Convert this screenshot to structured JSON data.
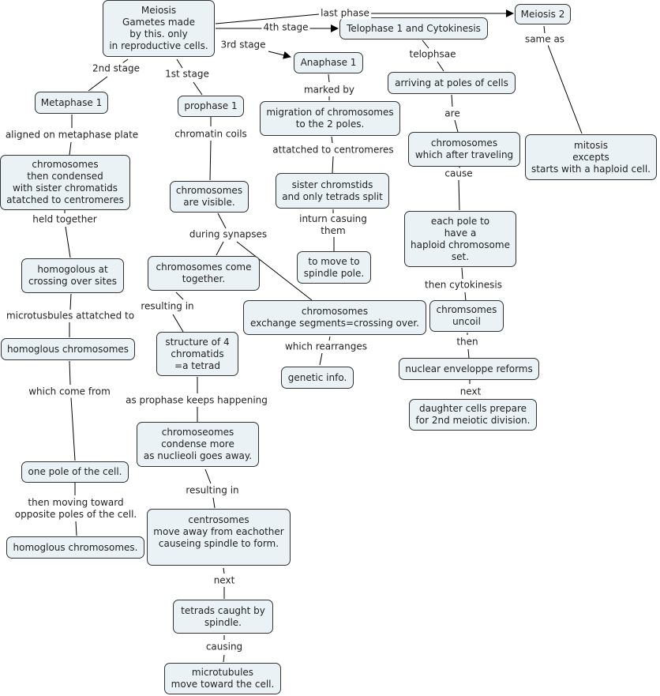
{
  "nodes": {
    "meiosis": "Meiosis\nGametes made\nby this. only\nin reproductive cells.",
    "meiosis2": "Meiosis 2",
    "telophase1": "Telophase 1 and Cytokinesis",
    "anaphase1": "Anaphase 1",
    "metaphase1": "Metaphase 1",
    "prophase1": "prophase 1",
    "migration": "migration of chromosomes\nto the 2 poles.",
    "arriving": "arriving at poles of cells",
    "chrom_traveling": "chromosomes\nwhich after traveling",
    "mitosis": "mitosis\nexcepts\nstarts with a haploid cell.",
    "chrom_condensed": "chromosomes\nthen condensed\nwith sister chromatids\natatched to centromeres",
    "chrom_visible": "chromosomes\nare visible.",
    "sister_split": "sister chromstids\nand only tetrads split",
    "each_pole": "each pole to\nhave a\nhaploid chromosome\nset.",
    "homogolous_sites": "homogolous at\ncrossing over sites",
    "come_together": "chromosomes come\ntogether.",
    "move_spindle": "to move to\nspindle pole.",
    "exchange": "chromosomes\nexchange segments=crossing over.",
    "uncoil": "chromsomes\nuncoil",
    "homoglous_chrom": "homoglous chromosomes",
    "tetrad": "structure of 4\nchromatids\n=a tetrad",
    "genetic_info": "genetic info.",
    "nuclear": "nuclear enveloppe reforms",
    "daughter": "daughter cells prepare\nfor 2nd meiotic division.",
    "condense_more": "chromoseomes\ncondense more\nas nuclieoli goes away.",
    "one_pole": "one pole of the cell.",
    "homoglous_chrom2": "homoglous chromosomes.",
    "centrosomes": "centrosomes\nmove away from eachother\ncauseing spindle to form.",
    "tetrads_caught": "tetrads caught by\nspindle.",
    "microtubules": "microtubules\nmove toward the cell."
  },
  "links": {
    "last_phase": "last phase",
    "fourth_stage": "4th stage",
    "third_stage": "3rd stage",
    "second_stage": "2nd stage",
    "first_stage": "1st stage",
    "same_as": "same as",
    "telophsae": "telophsae",
    "marked_by": "marked by",
    "are": "are",
    "aligned": "aligned on metaphase plate",
    "chromatin_coils": "chromatin coils",
    "attatched": "attatched to centromeres",
    "cause": "cause",
    "held_together": "held together",
    "during_synapses": "during synapses",
    "inturn": "inturn casuing\nthem",
    "then_cytokinesis": "then cytokinesis",
    "resulting_in_1": "resulting in",
    "microtusbules": "microtusbules attatched to",
    "which_rearranges": "which rearranges",
    "then": "then",
    "which_come_from": "which come from",
    "next_1": "next",
    "as_prophase": "as prophase keeps happening",
    "then_moving": "then moving toward\nopposite poles of the cell.",
    "resulting_in_2": "resulting in",
    "next_2": "next",
    "causing": "causing"
  }
}
